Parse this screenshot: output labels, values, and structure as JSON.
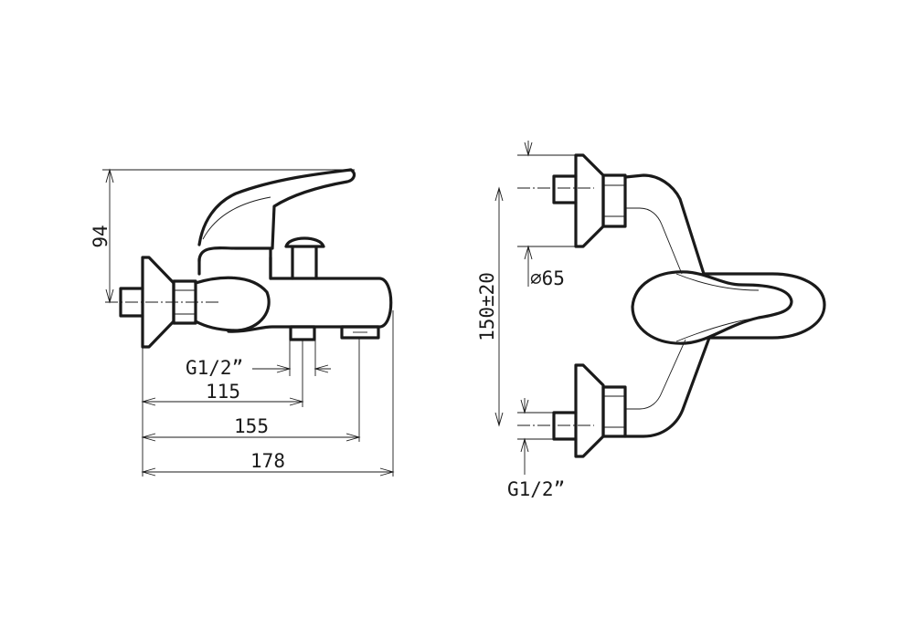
{
  "side_view": {
    "height_label": "94",
    "thread_label": "G1/2”",
    "dim_inlet_label": "115",
    "dim_outlet_label": "155",
    "dim_total_label": "178"
  },
  "front_view": {
    "spacing_label": "150±20",
    "rosette_label": "⌀65",
    "thread_label": "G1/2”"
  },
  "colors": {
    "line": "#1a1a1a",
    "background": "#ffffff"
  }
}
